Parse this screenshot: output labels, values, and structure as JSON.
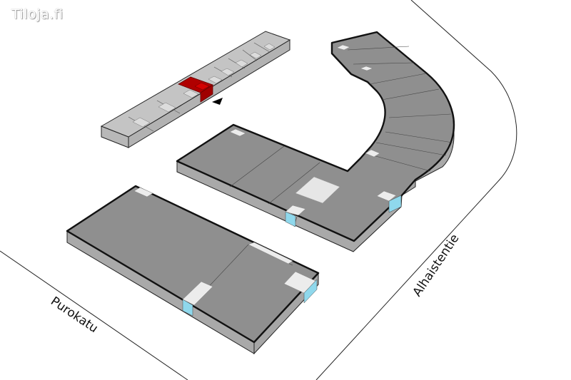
{
  "logo": "Tiloja.fi",
  "streets": {
    "left": "Purokatu",
    "right": "Alhaistentie"
  },
  "colors": {
    "highlight": "#b00000",
    "stair": "#8fd8ec",
    "roof": "#8e8e8e",
    "roof_light": "#c2c2c2"
  }
}
